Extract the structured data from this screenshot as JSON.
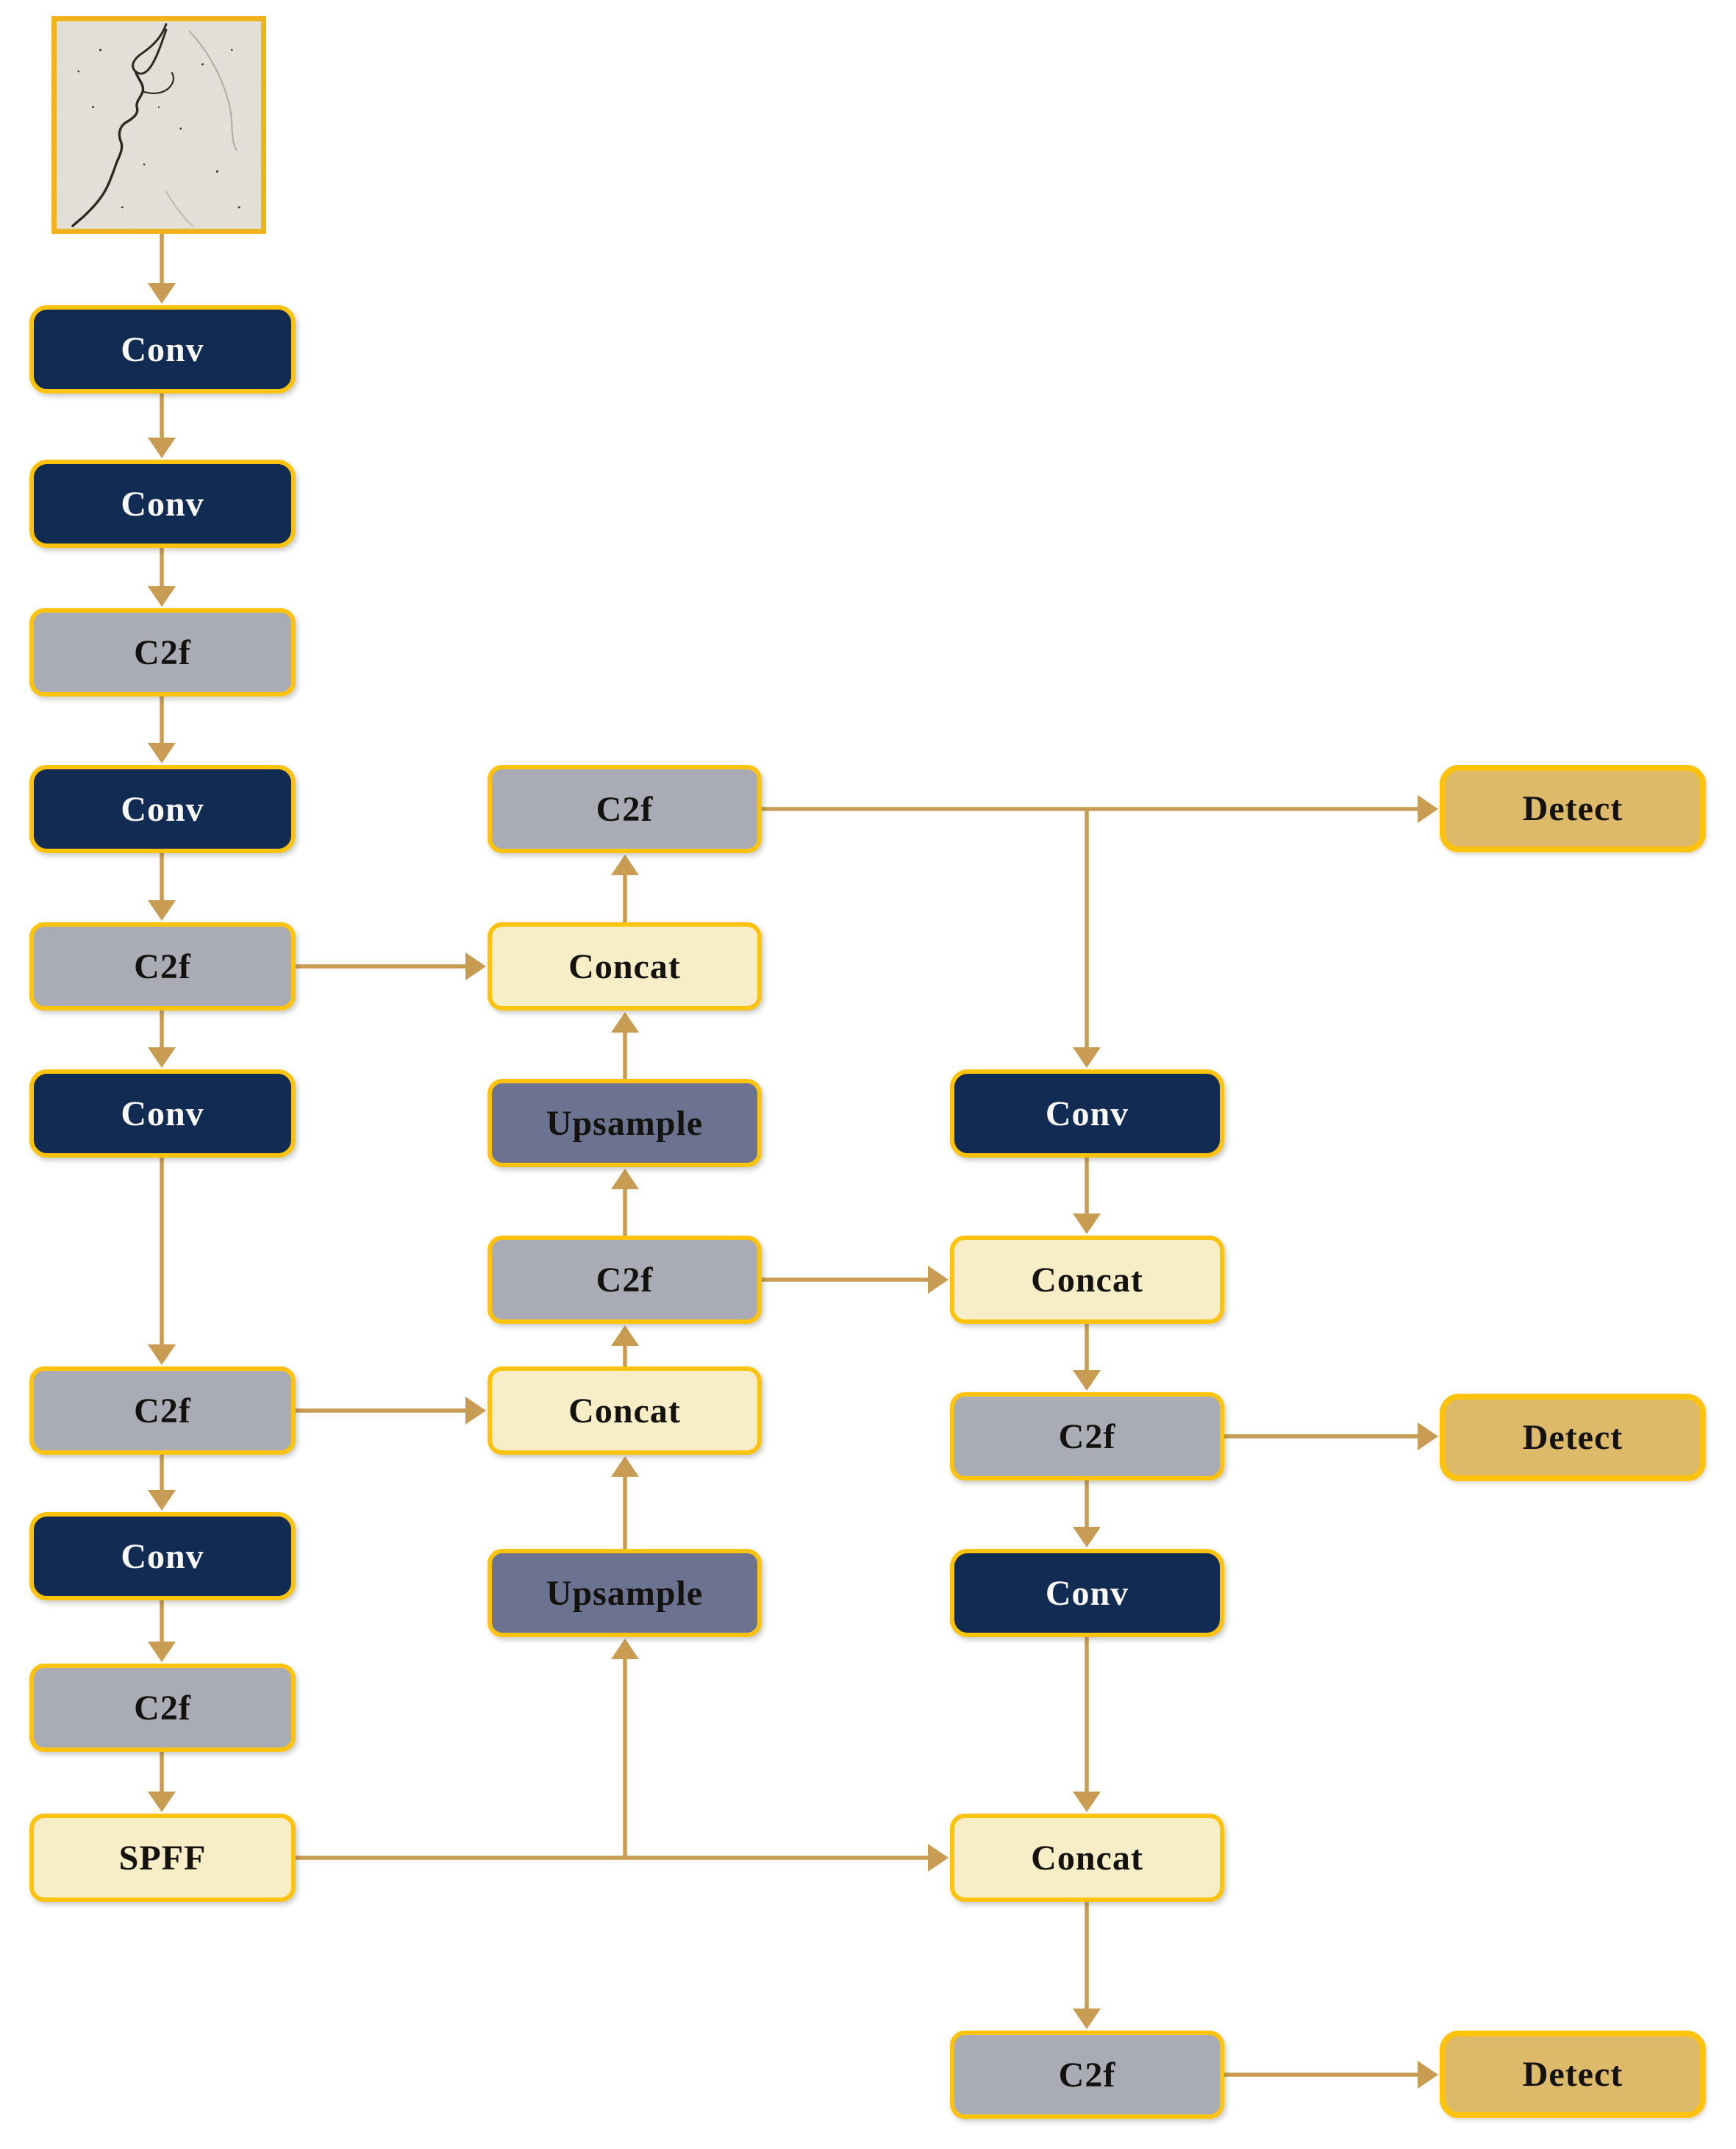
{
  "figure": {
    "input_image": "concrete-crack-photo"
  },
  "colors": {
    "background": "#ffffff",
    "conv_fill": "#122b52",
    "c2f_fill": "#a9acb5",
    "upsample_fill": "#6b7390",
    "concat_fill": "#f7eec8",
    "spff_fill": "#f7eec8",
    "detect_fill": "#ddb96a",
    "box_border": "#ffc30b",
    "image_border": "#f1b31b",
    "arrow": "#c89c52",
    "conv_text": "#f8f8f6",
    "node_text": "#14120f"
  },
  "nodes": [
    {
      "id": "backbone-conv-1",
      "label": "Conv",
      "type": "conv",
      "section": "backbone"
    },
    {
      "id": "backbone-conv-2",
      "label": "Conv",
      "type": "conv",
      "section": "backbone"
    },
    {
      "id": "backbone-c2f-1",
      "label": "C2f",
      "type": "c2f",
      "section": "backbone"
    },
    {
      "id": "backbone-conv-3",
      "label": "Conv",
      "type": "conv",
      "section": "backbone"
    },
    {
      "id": "backbone-c2f-2",
      "label": "C2f",
      "type": "c2f",
      "section": "backbone"
    },
    {
      "id": "backbone-conv-4",
      "label": "Conv",
      "type": "conv",
      "section": "backbone"
    },
    {
      "id": "backbone-c2f-3",
      "label": "C2f",
      "type": "c2f",
      "section": "backbone"
    },
    {
      "id": "backbone-conv-5",
      "label": "Conv",
      "type": "conv",
      "section": "backbone"
    },
    {
      "id": "backbone-c2f-4",
      "label": "C2f",
      "type": "c2f",
      "section": "backbone"
    },
    {
      "id": "backbone-spff",
      "label": "SPFF",
      "type": "spff",
      "section": "backbone"
    },
    {
      "id": "neck-c2f-top",
      "label": "C2f",
      "type": "c2f",
      "section": "neck"
    },
    {
      "id": "neck-concat-1",
      "label": "Concat",
      "type": "concat",
      "section": "neck"
    },
    {
      "id": "neck-upsample-1",
      "label": "Upsample",
      "type": "upsample",
      "section": "neck"
    },
    {
      "id": "neck-c2f-mid",
      "label": "C2f",
      "type": "c2f",
      "section": "neck"
    },
    {
      "id": "neck-concat-2",
      "label": "Concat",
      "type": "concat",
      "section": "neck"
    },
    {
      "id": "neck-upsample-2",
      "label": "Upsample",
      "type": "upsample",
      "section": "neck"
    },
    {
      "id": "head-conv-1",
      "label": "Conv",
      "type": "conv",
      "section": "head"
    },
    {
      "id": "head-concat-1",
      "label": "Concat",
      "type": "concat",
      "section": "head"
    },
    {
      "id": "head-c2f-1",
      "label": "C2f",
      "type": "c2f",
      "section": "head"
    },
    {
      "id": "head-conv-2",
      "label": "Conv",
      "type": "conv",
      "section": "head"
    },
    {
      "id": "head-concat-2",
      "label": "Concat",
      "type": "concat",
      "section": "head"
    },
    {
      "id": "head-c2f-2",
      "label": "C2f",
      "type": "c2f",
      "section": "head"
    },
    {
      "id": "detect-1",
      "label": "Detect",
      "type": "detect",
      "section": "head"
    },
    {
      "id": "detect-2",
      "label": "Detect",
      "type": "detect",
      "section": "head"
    },
    {
      "id": "detect-3",
      "label": "Detect",
      "type": "detect",
      "section": "head"
    }
  ],
  "edges": [
    {
      "from": "input-image",
      "to": "backbone-conv-1"
    },
    {
      "from": "backbone-conv-1",
      "to": "backbone-conv-2"
    },
    {
      "from": "backbone-conv-2",
      "to": "backbone-c2f-1"
    },
    {
      "from": "backbone-c2f-1",
      "to": "backbone-conv-3"
    },
    {
      "from": "backbone-conv-3",
      "to": "backbone-c2f-2"
    },
    {
      "from": "backbone-c2f-2",
      "to": "backbone-conv-4"
    },
    {
      "from": "backbone-conv-4",
      "to": "backbone-c2f-3"
    },
    {
      "from": "backbone-c2f-3",
      "to": "backbone-conv-5"
    },
    {
      "from": "backbone-conv-5",
      "to": "backbone-c2f-4"
    },
    {
      "from": "backbone-c2f-4",
      "to": "backbone-spff"
    },
    {
      "from": "backbone-c2f-2",
      "to": "neck-concat-1"
    },
    {
      "from": "backbone-c2f-3",
      "to": "neck-concat-2"
    },
    {
      "from": "backbone-spff",
      "to": "neck-upsample-2"
    },
    {
      "from": "backbone-spff",
      "to": "head-concat-2"
    },
    {
      "from": "neck-upsample-2",
      "to": "neck-concat-2"
    },
    {
      "from": "neck-concat-2",
      "to": "neck-c2f-mid"
    },
    {
      "from": "neck-c2f-mid",
      "to": "neck-upsample-1"
    },
    {
      "from": "neck-c2f-mid",
      "to": "head-concat-1"
    },
    {
      "from": "neck-upsample-1",
      "to": "neck-concat-1"
    },
    {
      "from": "neck-concat-1",
      "to": "neck-c2f-top"
    },
    {
      "from": "neck-c2f-top",
      "to": "detect-1"
    },
    {
      "from": "neck-c2f-top",
      "to": "head-conv-1"
    },
    {
      "from": "head-conv-1",
      "to": "head-concat-1"
    },
    {
      "from": "head-concat-1",
      "to": "head-c2f-1"
    },
    {
      "from": "head-c2f-1",
      "to": "detect-2"
    },
    {
      "from": "head-c2f-1",
      "to": "head-conv-2"
    },
    {
      "from": "head-conv-2",
      "to": "head-concat-2"
    },
    {
      "from": "head-concat-2",
      "to": "head-c2f-2"
    },
    {
      "from": "head-c2f-2",
      "to": "detect-3"
    }
  ]
}
